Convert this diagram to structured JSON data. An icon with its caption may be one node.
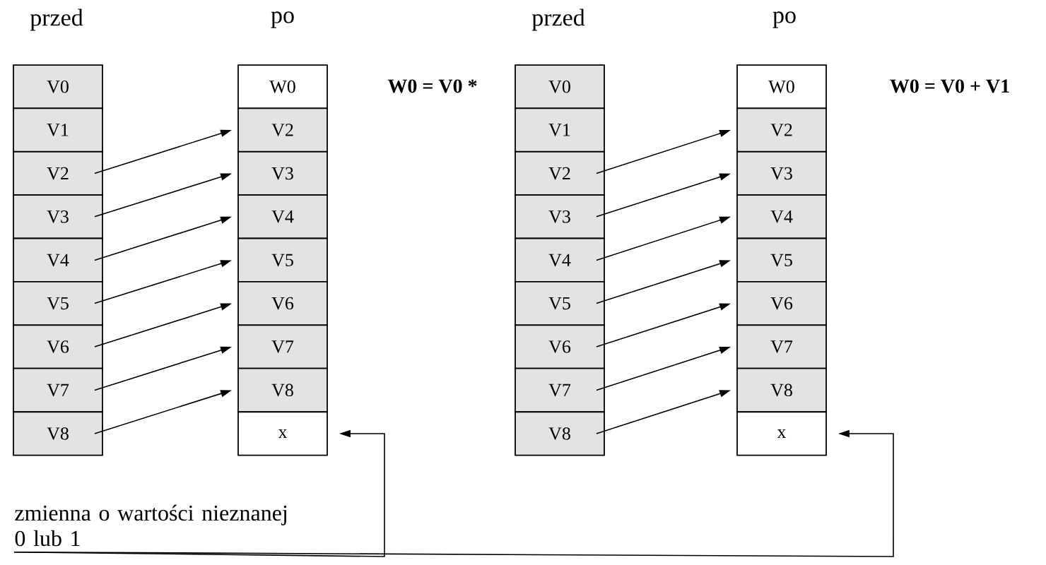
{
  "diagram": {
    "nodes": [
      {
        "text": [
          "V0"
        ]
      },
      {
        "text": [
          "V1"
        ]
      },
      {
        "text": [
          "V2"
        ]
      },
      {
        "text": [
          "V3"
        ]
      },
      {
        "text": [
          "V4"
        ]
      },
      {
        "text": [
          "V5"
        ]
      },
      {
        "text": [
          "V6"
        ]
      },
      {
        "text": [
          "V7"
        ]
      },
      {
        "text": [
          "V8"
        ]
      },
      {
        "text": [
          "W0"
        ]
      },
      {
        "text": [
          "V2"
        ]
      },
      {
        "text": [
          "V3"
        ]
      },
      {
        "text": [
          "V4"
        ]
      },
      {
        "text": [
          "V5"
        ]
      },
      {
        "text": [
          "V6"
        ]
      },
      {
        "text": [
          "V7"
        ]
      },
      {
        "text": [
          "V8"
        ]
      },
      {
        "text": [
          "x"
        ]
      },
      {
        "text": [
          "V0"
        ]
      },
      {
        "text": [
          "V1"
        ]
      },
      {
        "text": [
          "V2"
        ]
      },
      {
        "text": [
          "V3"
        ]
      },
      {
        "text": [
          "V4"
        ]
      },
      {
        "text": [
          "V5"
        ]
      },
      {
        "text": [
          "V6"
        ]
      },
      {
        "text": [
          "V7"
        ]
      },
      {
        "text": [
          "V8"
        ]
      },
      {
        "text": [
          "W0"
        ]
      },
      {
        "text": [
          "V2"
        ]
      },
      {
        "text": [
          "V3"
        ]
      },
      {
        "text": [
          "V4"
        ]
      },
      {
        "text": [
          "V5"
        ]
      },
      {
        "text": [
          "V6"
        ]
      },
      {
        "text": [
          "V7"
        ]
      },
      {
        "text": [
          "V8"
        ]
      },
      {
        "text": [
          "x"
        ]
      },
      {
        "text": [
          "zmienna o wartości nieznanej 0 lub 1"
        ]
      }
    ],
    "edges": [
      {
        "from": 2,
        "to": 10,
        "arrow": "to"
      },
      {
        "from": 3,
        "to": 11,
        "arrow": "to"
      },
      {
        "from": 4,
        "to": 12,
        "arrow": "to"
      },
      {
        "from": 5,
        "to": 13,
        "arrow": "to"
      },
      {
        "from": 6,
        "to": 14,
        "arrow": "to"
      },
      {
        "from": 7,
        "to": 15,
        "arrow": "to"
      },
      {
        "from": 8,
        "to": 16,
        "arrow": "to"
      },
      {
        "from": 20,
        "to": 28,
        "arrow": "to"
      },
      {
        "from": 21,
        "to": 29,
        "arrow": "to"
      },
      {
        "from": 22,
        "to": 30,
        "arrow": "to"
      },
      {
        "from": 23,
        "to": 31,
        "arrow": "to"
      },
      {
        "from": 24,
        "to": 32,
        "arrow": "to"
      },
      {
        "from": 25,
        "to": 33,
        "arrow": "to"
      },
      {
        "from": 26,
        "to": 34,
        "arrow": "to"
      },
      {
        "from": 36,
        "to": 17,
        "arrow": "to"
      },
      {
        "from": 36,
        "to": 35,
        "arrow": "to"
      }
    ],
    "labels": [
      "przed",
      "po",
      "W0 = V0 *",
      "przed",
      "po",
      "W0 = V0 + V1"
    ]
  }
}
